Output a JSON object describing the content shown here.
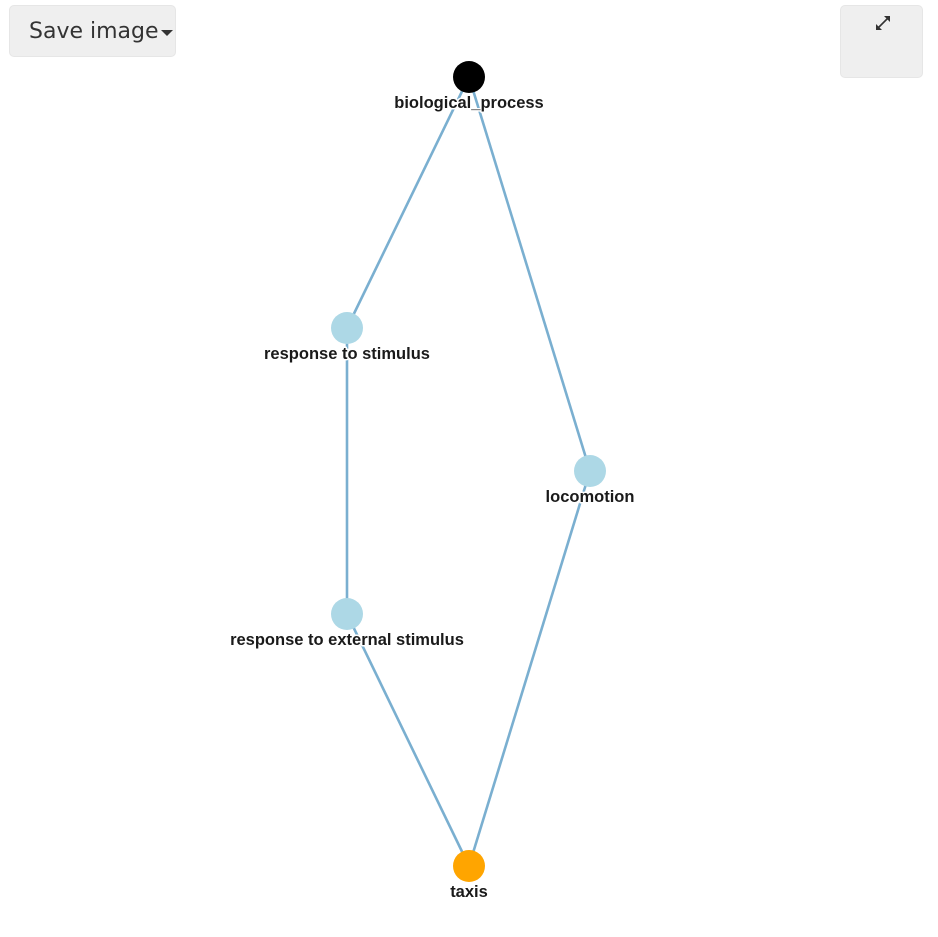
{
  "toolbar": {
    "save_label": "Save image"
  },
  "colors": {
    "edge": "#7aafd0",
    "node_default": "#add8e6",
    "node_root": "#000000",
    "node_target": "#ffa500"
  },
  "icons": {
    "save_caret": "caret-down-icon",
    "fullscreen": "expand-icon"
  },
  "graph": {
    "nodes": [
      {
        "id": "biological_process",
        "label": "biological_process",
        "role": "root"
      },
      {
        "id": "response_to_stimulus",
        "label": "response to stimulus",
        "role": "default"
      },
      {
        "id": "locomotion",
        "label": "locomotion",
        "role": "default"
      },
      {
        "id": "response_to_external_stimulus",
        "label": "response to external stimulus",
        "role": "default"
      },
      {
        "id": "taxis",
        "label": "taxis",
        "role": "target"
      }
    ],
    "edges": [
      {
        "source": "biological_process",
        "target": "response_to_stimulus"
      },
      {
        "source": "biological_process",
        "target": "locomotion"
      },
      {
        "source": "response_to_stimulus",
        "target": "response_to_external_stimulus"
      },
      {
        "source": "response_to_external_stimulus",
        "target": "taxis"
      },
      {
        "source": "locomotion",
        "target": "taxis"
      }
    ]
  }
}
